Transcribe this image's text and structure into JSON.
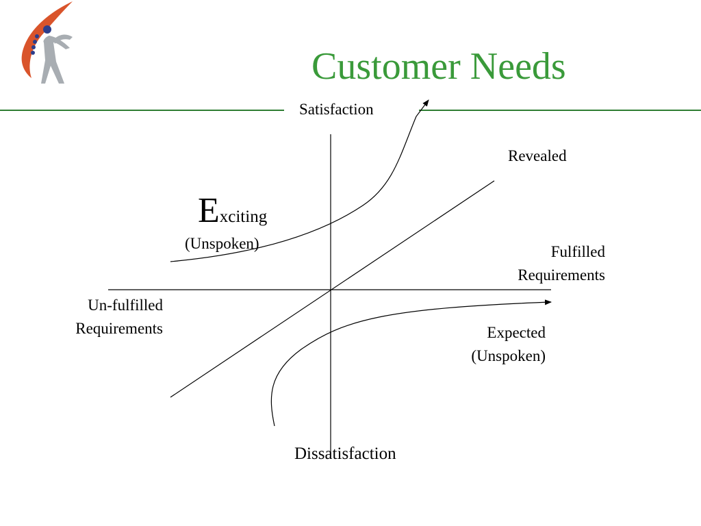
{
  "title": "Customer Needs",
  "colors": {
    "title": "#3a9a3a",
    "rule": "#2e7d32",
    "logo_swoosh": "#d9542b",
    "logo_dots": "#2d3e8c",
    "logo_figure": "#a8adb2"
  },
  "icons": {
    "logo": "company-logo-figure"
  },
  "axis_labels": {
    "top": "Satisfaction",
    "bottom": "Dissatisfaction",
    "left_line1": "Un-fulfilled",
    "left_line2": "Requirements",
    "right_line1": "Fulfilled",
    "right_line2": "Requirements"
  },
  "curves": {
    "revealed": "Revealed",
    "exciting_initial": "E",
    "exciting_rest": "xciting",
    "exciting_sub": "(Unspoken)",
    "expected": "Expected",
    "expected_sub": "(Unspoken)"
  }
}
